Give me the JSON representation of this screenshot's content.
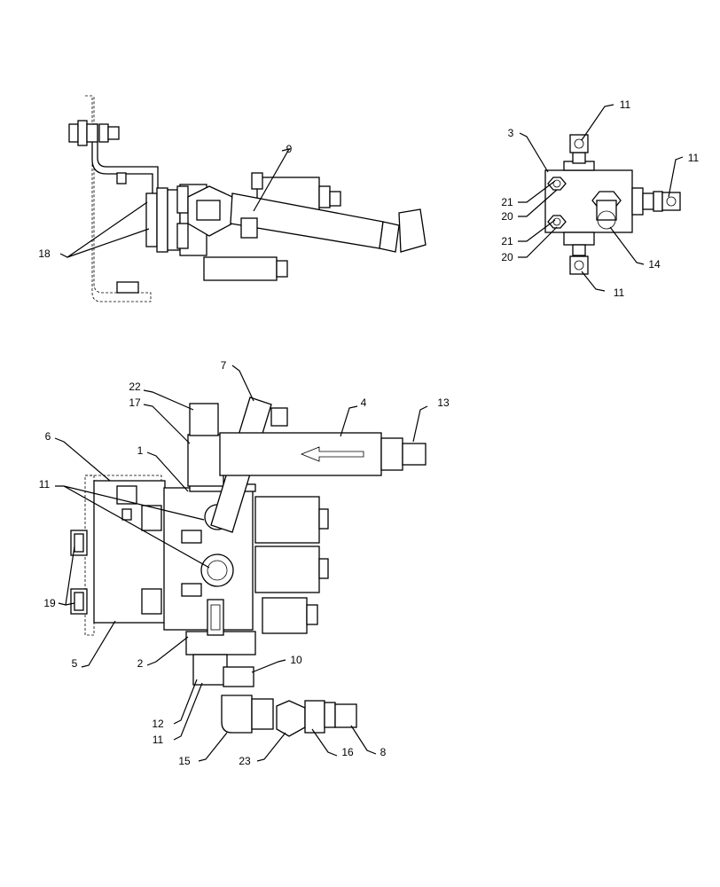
{
  "callouts": {
    "c1": "1",
    "c2": "2",
    "c3": "3",
    "c4": "4",
    "c5": "5",
    "c6": "6",
    "c7": "7",
    "c8": "8",
    "c9": "9",
    "c10": "10",
    "c11a": "11",
    "c11b": "11",
    "c11c": "11",
    "c11d": "11",
    "c11e": "11",
    "c12": "12",
    "c13": "13",
    "c14": "14",
    "c15": "15",
    "c16": "16",
    "c17": "17",
    "c18": "18",
    "c19": "19",
    "c20a": "20",
    "c20b": "20",
    "c21a": "21",
    "c21b": "21",
    "c22": "22",
    "c23": "23"
  }
}
